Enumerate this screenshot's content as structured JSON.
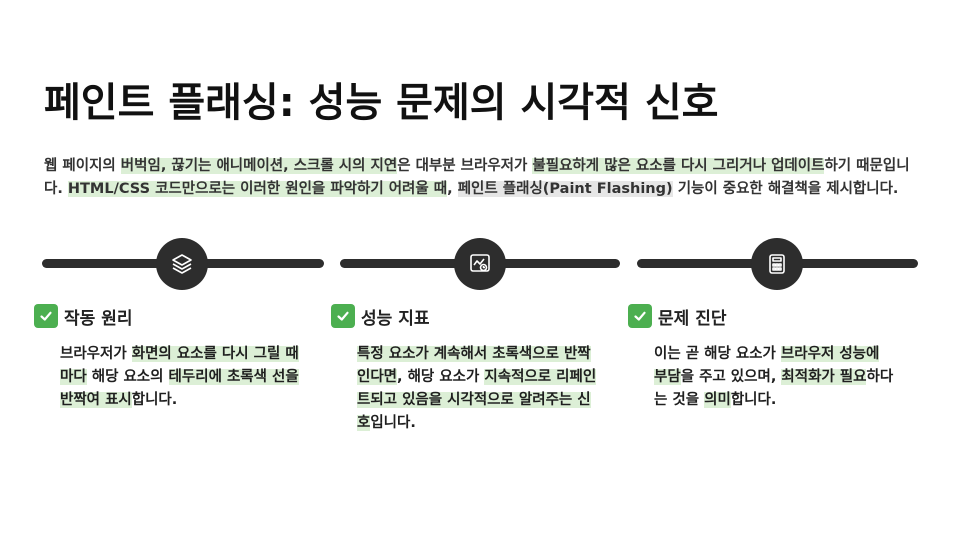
{
  "title": "페인트 플래싱: 성능 문제의 시각적 신호",
  "intro": [
    {
      "t": "웹 페이지의 ",
      "hl": false
    },
    {
      "t": "버벅임, 끊기는 애니메이션, 스크롤 시의 지연",
      "hl": true
    },
    {
      "t": "은 대부분 브라우저가 ",
      "hl": false
    },
    {
      "t": "불필요하게 많은 요소를 다시 그리거나 업데이트",
      "hl": true
    },
    {
      "t": "하기 때문입니다. ",
      "hl": false
    },
    {
      "t": "HTML/CSS 코드만으로는 이러한 원인을 파악하기 어려울 때",
      "hl": true
    },
    {
      "t": ", ",
      "hl": false
    },
    {
      "t": "페인트 플래싱(Paint Flashing)",
      "hl": "gray"
    },
    {
      "t": " 기능이 중요한 해결책을 제시합니다.",
      "hl": false
    }
  ],
  "columns": [
    {
      "icon": "layers-icon",
      "heading": "작동 원리",
      "text": [
        {
          "t": "브라우저가 ",
          "hl": false
        },
        {
          "t": "화면의 요소를 다시 그릴 때마다",
          "hl": true
        },
        {
          "t": " 해당 요소의 ",
          "hl": false
        },
        {
          "t": "테두리에 초록색 선을 반짝여 표시",
          "hl": true
        },
        {
          "t": "합니다.",
          "hl": false
        }
      ]
    },
    {
      "icon": "chart-monitor-icon",
      "heading": "성능 지표",
      "text": [
        {
          "t": "특정 요소가 계속해서 초록색으로 반짝인다면",
          "hl": true
        },
        {
          "t": ", 해당 요소가 ",
          "hl": false
        },
        {
          "t": "지속적으로 리페인트되고 있음을 시각적으로 알려주는 신호",
          "hl": true
        },
        {
          "t": "입니다.",
          "hl": false
        }
      ]
    },
    {
      "icon": "calculator-icon",
      "heading": "문제 진단",
      "text": [
        {
          "t": "이는 곧 해당 요소가 ",
          "hl": false
        },
        {
          "t": "브라우저 성능에 부담",
          "hl": true
        },
        {
          "t": "을 주고 있으며, ",
          "hl": false
        },
        {
          "t": "최적화가 필요",
          "hl": true
        },
        {
          "t": "하다는 것을 ",
          "hl": false
        },
        {
          "t": "의미",
          "hl": true
        },
        {
          "t": "합니다.",
          "hl": false
        }
      ]
    }
  ]
}
